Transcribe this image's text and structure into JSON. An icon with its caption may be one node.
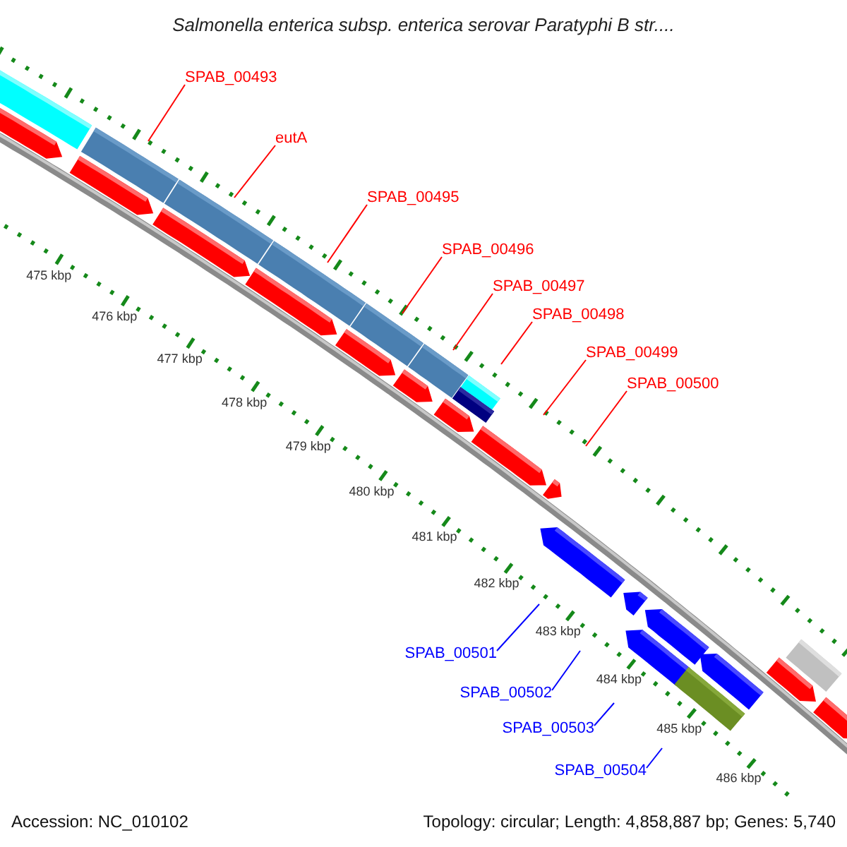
{
  "diagram": {
    "title": "Salmonella enterica subsp. enterica serovar Paratyphi B str....",
    "nodes": [
      {
        "text": [
          "SPAB_00493"
        ]
      },
      {
        "text": [
          "eutA"
        ]
      },
      {
        "text": [
          "SPAB_00495"
        ]
      },
      {
        "text": [
          "SPAB_00496"
        ]
      },
      {
        "text": [
          "SPAB_00497"
        ]
      },
      {
        "text": [
          "SPAB_00498"
        ]
      },
      {
        "text": [
          "SPAB_00499"
        ]
      },
      {
        "text": [
          "SPAB_00500"
        ]
      },
      {
        "text": [
          "SPAB_00501"
        ]
      },
      {
        "text": [
          "SPAB_00502"
        ]
      },
      {
        "text": [
          "SPAB_00503"
        ]
      },
      {
        "text": [
          "SPAB_00504"
        ]
      }
    ],
    "edges": [
      {
        "from": 0,
        "to": null,
        "arrow": "none"
      },
      {
        "from": 1,
        "to": null,
        "arrow": "none"
      },
      {
        "from": 2,
        "to": null,
        "arrow": "none"
      },
      {
        "from": 3,
        "to": null,
        "arrow": "none"
      },
      {
        "from": 4,
        "to": null,
        "arrow": "none"
      },
      {
        "from": 5,
        "to": null,
        "arrow": "none"
      },
      {
        "from": 6,
        "to": null,
        "arrow": "none"
      },
      {
        "from": 7,
        "to": null,
        "arrow": "none"
      },
      {
        "from": 8,
        "to": null,
        "arrow": "none",
        "color": "#0000ff"
      },
      {
        "from": 9,
        "to": null,
        "arrow": "none",
        "color": "#0000ff"
      },
      {
        "from": 10,
        "to": null,
        "arrow": "none",
        "color": "#0000ff"
      },
      {
        "from": 11,
        "to": null,
        "arrow": "none",
        "color": "#0000ff"
      }
    ],
    "labels": [
      "475 kbp",
      "476 kbp",
      "477 kbp",
      "478 kbp",
      "479 kbp",
      "480 kbp",
      "481 kbp",
      "482 kbp",
      "483 kbp",
      "484 kbp",
      "485 kbp",
      "486 kbp",
      "Accession: NC_010102",
      "Topology: circular; Length: 4,858,887 bp; Genes: 5,740"
    ]
  }
}
